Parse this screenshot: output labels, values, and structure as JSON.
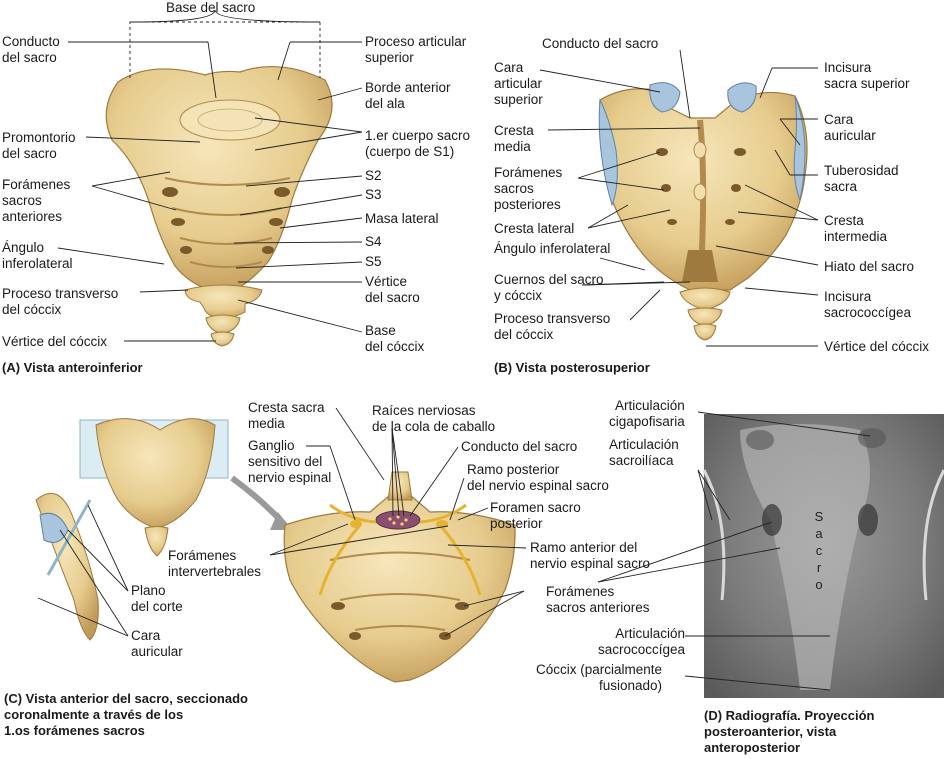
{
  "panel_a": {
    "caption": "(A) Vista anteroinferior",
    "labels": {
      "base_sacro": "Base del sacro",
      "conducto_sacro": "Conducto\ndel sacro",
      "proceso_articular": "Proceso articular\nsuperior",
      "borde_anterior_ala": "Borde anterior\ndel ala",
      "primer_cuerpo": "1.er cuerpo sacro\n(cuerpo de S1)",
      "promontorio": "Promontorio\ndel sacro",
      "foramenes_anteriores": "Forámenes\nsacros\nanteriores",
      "s2": "S2",
      "s3": "S3",
      "masa_lateral": "Masa lateral",
      "s4": "S4",
      "s5": "S5",
      "angulo_inferolateral": "Ángulo\ninferolateral",
      "vertice_sacro": "Vértice\ndel sacro",
      "proceso_transverso": "Proceso transverso\ndel cóccix",
      "base_coccix": "Base\ndel cóccix",
      "vertice_coccix": "Vértice del cóccix"
    }
  },
  "panel_b": {
    "caption": "(B) Vista posterosuperior",
    "labels": {
      "conducto_sacro": "Conducto del sacro",
      "cara_articular": "Cara\narticular\nsuperior",
      "incisura_superior": "Incisura\nsacra superior",
      "cresta_media": "Cresta\nmedia",
      "cara_auricular": "Cara\nauricular",
      "foramenes_posteriores": "Forámenes\nsacros\nposteriores",
      "tuberosidad": "Tuberosidad\nsacra",
      "cresta_lateral": "Cresta lateral",
      "cresta_intermedia": "Cresta\nintermedia",
      "angulo_inferolateral": "Ángulo inferolateral",
      "hiato": "Hiato del sacro",
      "cuernos": "Cuernos del sacro\ny cóccix",
      "incisura_sacrococcigea": "Incisura\nsacrococcígea",
      "proceso_transverso": "Proceso transverso\ndel cóccix",
      "vertice_coccix": "Vértice del cóccix"
    }
  },
  "panel_c": {
    "caption": "(C) Vista anterior del sacro, seccionado\ncoronalmente a través de los\n1.os forámenes sacros",
    "labels": {
      "cresta_media": "Cresta sacra\nmedia",
      "raices": "Raíces nerviosas\nde la cola de caballo",
      "ganglio": "Ganglio\nsensitivo del\nnervio espinal",
      "conducto_sacro": "Conducto del sacro",
      "ramo_posterior": "Ramo posterior\ndel nervio espinal sacro",
      "foramen_posterior": "Foramen sacro\nposterior",
      "foramenes_intervertebrales": "Forámenes\nintervertebrales",
      "ramo_anterior": "Ramo anterior del\nnervio espinal sacro",
      "plano_corte": "Plano\ndel corte",
      "foramenes_anteriores": "Forámenes\nsacros anteriores",
      "cara_auricular": "Cara\nauricular"
    }
  },
  "panel_d": {
    "caption": "(D) Radiografía. Proyección\nposteroanterior, vista\nanteroposterior",
    "labels": {
      "cigapofisaria": "Articulación\ncigapofisaria",
      "sacroiliaca": "Articulación\nsacroilíaca",
      "sacro_vertical": "S\na\nc\nr\no",
      "sacrococcigea": "Articulación\nsacrococcígea",
      "coccix": "Cóccix (parcialmente\nfusionado)"
    }
  },
  "colors": {
    "bone": "#ecd69e",
    "bone_shadow": "#c9a564",
    "cartilage": "#a9c4dd",
    "nerve": "#e5b232",
    "plane": "#cfe6ee"
  }
}
